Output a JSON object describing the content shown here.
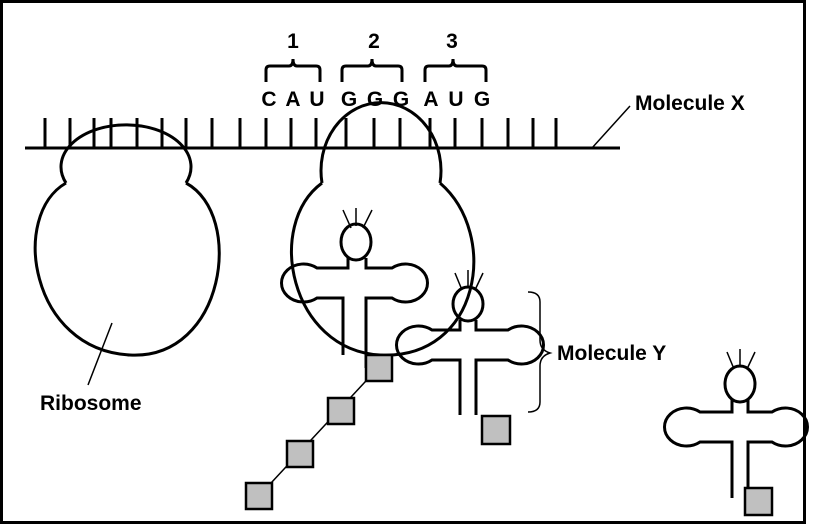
{
  "codons": [
    {
      "number": "1",
      "letters": [
        "C",
        "A",
        "U"
      ]
    },
    {
      "number": "2",
      "letters": [
        "G",
        "G",
        "G"
      ]
    },
    {
      "number": "3",
      "letters": [
        "A",
        "U",
        "G"
      ]
    }
  ],
  "labels": {
    "molecule_x": "Molecule X",
    "molecule_y": "Molecule Y",
    "ribosome": "Ribosome"
  },
  "colors": {
    "line": "#000000",
    "amino_acid_fill": "#c0c0c0",
    "background": "#ffffff"
  }
}
